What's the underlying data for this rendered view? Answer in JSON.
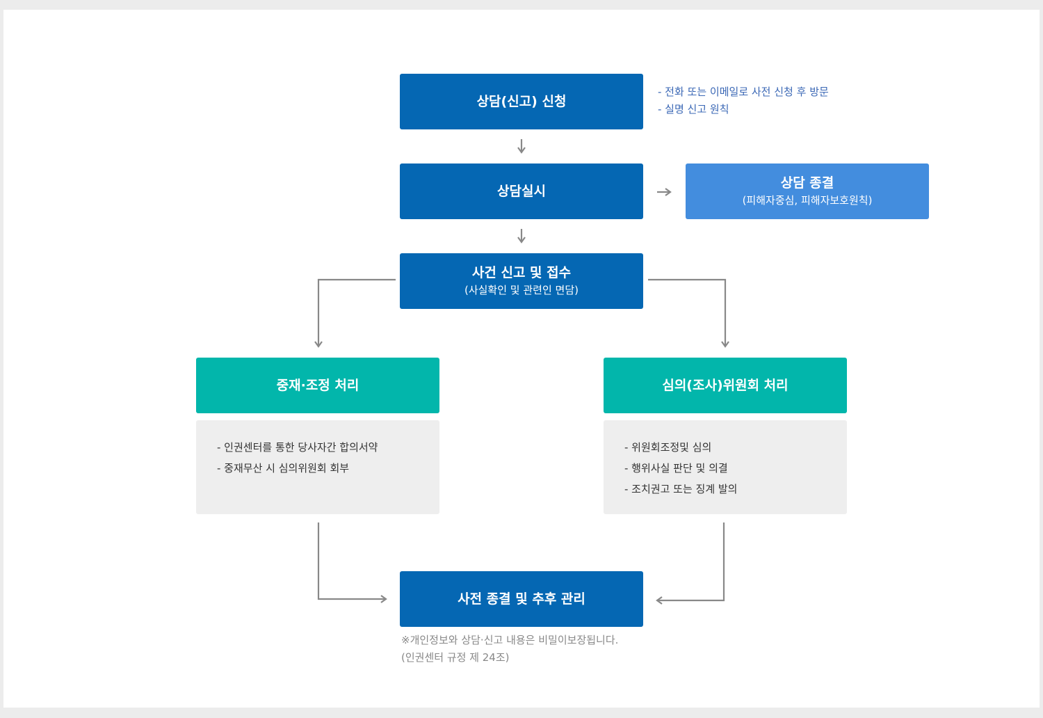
{
  "nodes": {
    "apply": "상담(신고) 신청",
    "apply_notes": [
      "- 전화 또는 이메일로 사전 신청 후 방문",
      "- 실명 신고 원칙"
    ],
    "counsel": "상담실시",
    "counsel_end": {
      "title": "상담 종결",
      "sub": "(피해자중심, 피해자보호원칙)"
    },
    "report": {
      "title": "사건 신고 및 접수",
      "sub": "(사실확인 및 관련인 면담)"
    },
    "mediation": {
      "title": "중재·조정 처리",
      "items": [
        "- 인권센터를 통한 당사자간 합의서약",
        "- 중재무산 시 심의위원회 회부"
      ]
    },
    "committee": {
      "title": "심의(조사)위원회 처리",
      "items": [
        "- 위원회조정및 심의",
        "- 행위사실 판단 및 의결",
        "- 조치권고 또는 징계 발의"
      ]
    },
    "closing": "사전 종결 및 추후 관리"
  },
  "footnote": [
    "※개인정보와 상담·신고 내용은 비밀이보장됩니다.",
    "(인권센터 규정 제 24조)"
  ],
  "colors": {
    "navy": "#0567b3",
    "light_blue": "#438dde",
    "teal": "#02b6ab",
    "panel": "#eeeeee",
    "arrow": "#888888",
    "note": "#3a67b5"
  }
}
